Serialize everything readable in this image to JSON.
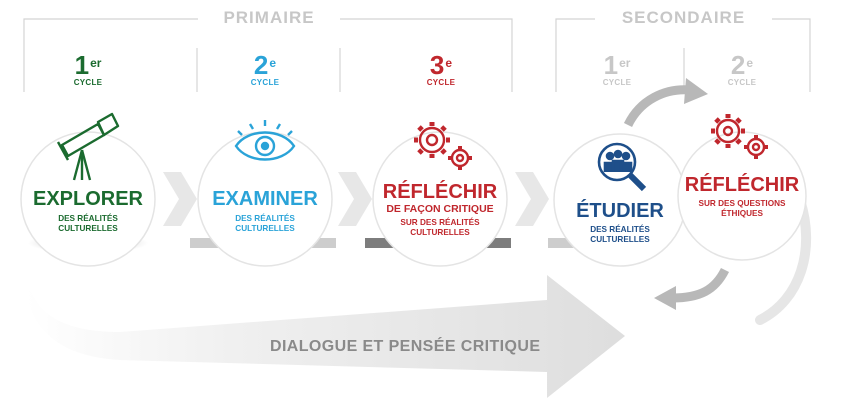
{
  "headers": {
    "primaire": "PRIMAIRE",
    "secondaire": "SECONDAIRE"
  },
  "cycles": [
    {
      "num": "1",
      "sup": "er",
      "label": "CYCLE",
      "color": "#1b6b2f"
    },
    {
      "num": "2",
      "sup": "e",
      "label": "CYCLE",
      "color": "#2aa3d8"
    },
    {
      "num": "3",
      "sup": "e",
      "label": "CYCLE",
      "color": "#c0272d"
    },
    {
      "num": "1",
      "sup": "er",
      "label": "CYCLE",
      "color": "#c7c7c7"
    },
    {
      "num": "2",
      "sup": "e",
      "label": "CYCLE",
      "color": "#c7c7c7"
    }
  ],
  "stages": [
    {
      "title": "EXPLORER",
      "line1": "DES RÉALITÉS",
      "line2": "CULTURELLES",
      "color": "#1b6b2f",
      "icon": "telescope-icon"
    },
    {
      "title": "EXAMINER",
      "line1": "DES RÉALITÉS",
      "line2": "CULTURELLES",
      "color": "#2aa3d8",
      "icon": "eye-icon"
    },
    {
      "title": "RÉFLÉCHIR",
      "subtitle": "DE FAÇON CRITIQUE",
      "line1": "SUR DES RÉALITÉS",
      "line2": "CULTURELLES",
      "color": "#c0272d",
      "icon": "gears-icon"
    },
    {
      "title": "ÉTUDIER",
      "line1": "DES RÉALITÉS",
      "line2": "CULTURELLES",
      "color": "#1e4f8a",
      "icon": "magnifier-people-icon"
    },
    {
      "title": "RÉFLÉCHIR",
      "line1": "SUR DES QUESTIONS",
      "line2": "ÉTHIQUES",
      "color": "#c0272d",
      "icon": "gears-icon"
    }
  ],
  "footer": {
    "label": "DIALOGUE ET PENSÉE CRITIQUE"
  },
  "colors": {
    "bracket": "#d4d4d4",
    "arrow": "#e3e3e3",
    "shadow": "#bdbdbd"
  }
}
